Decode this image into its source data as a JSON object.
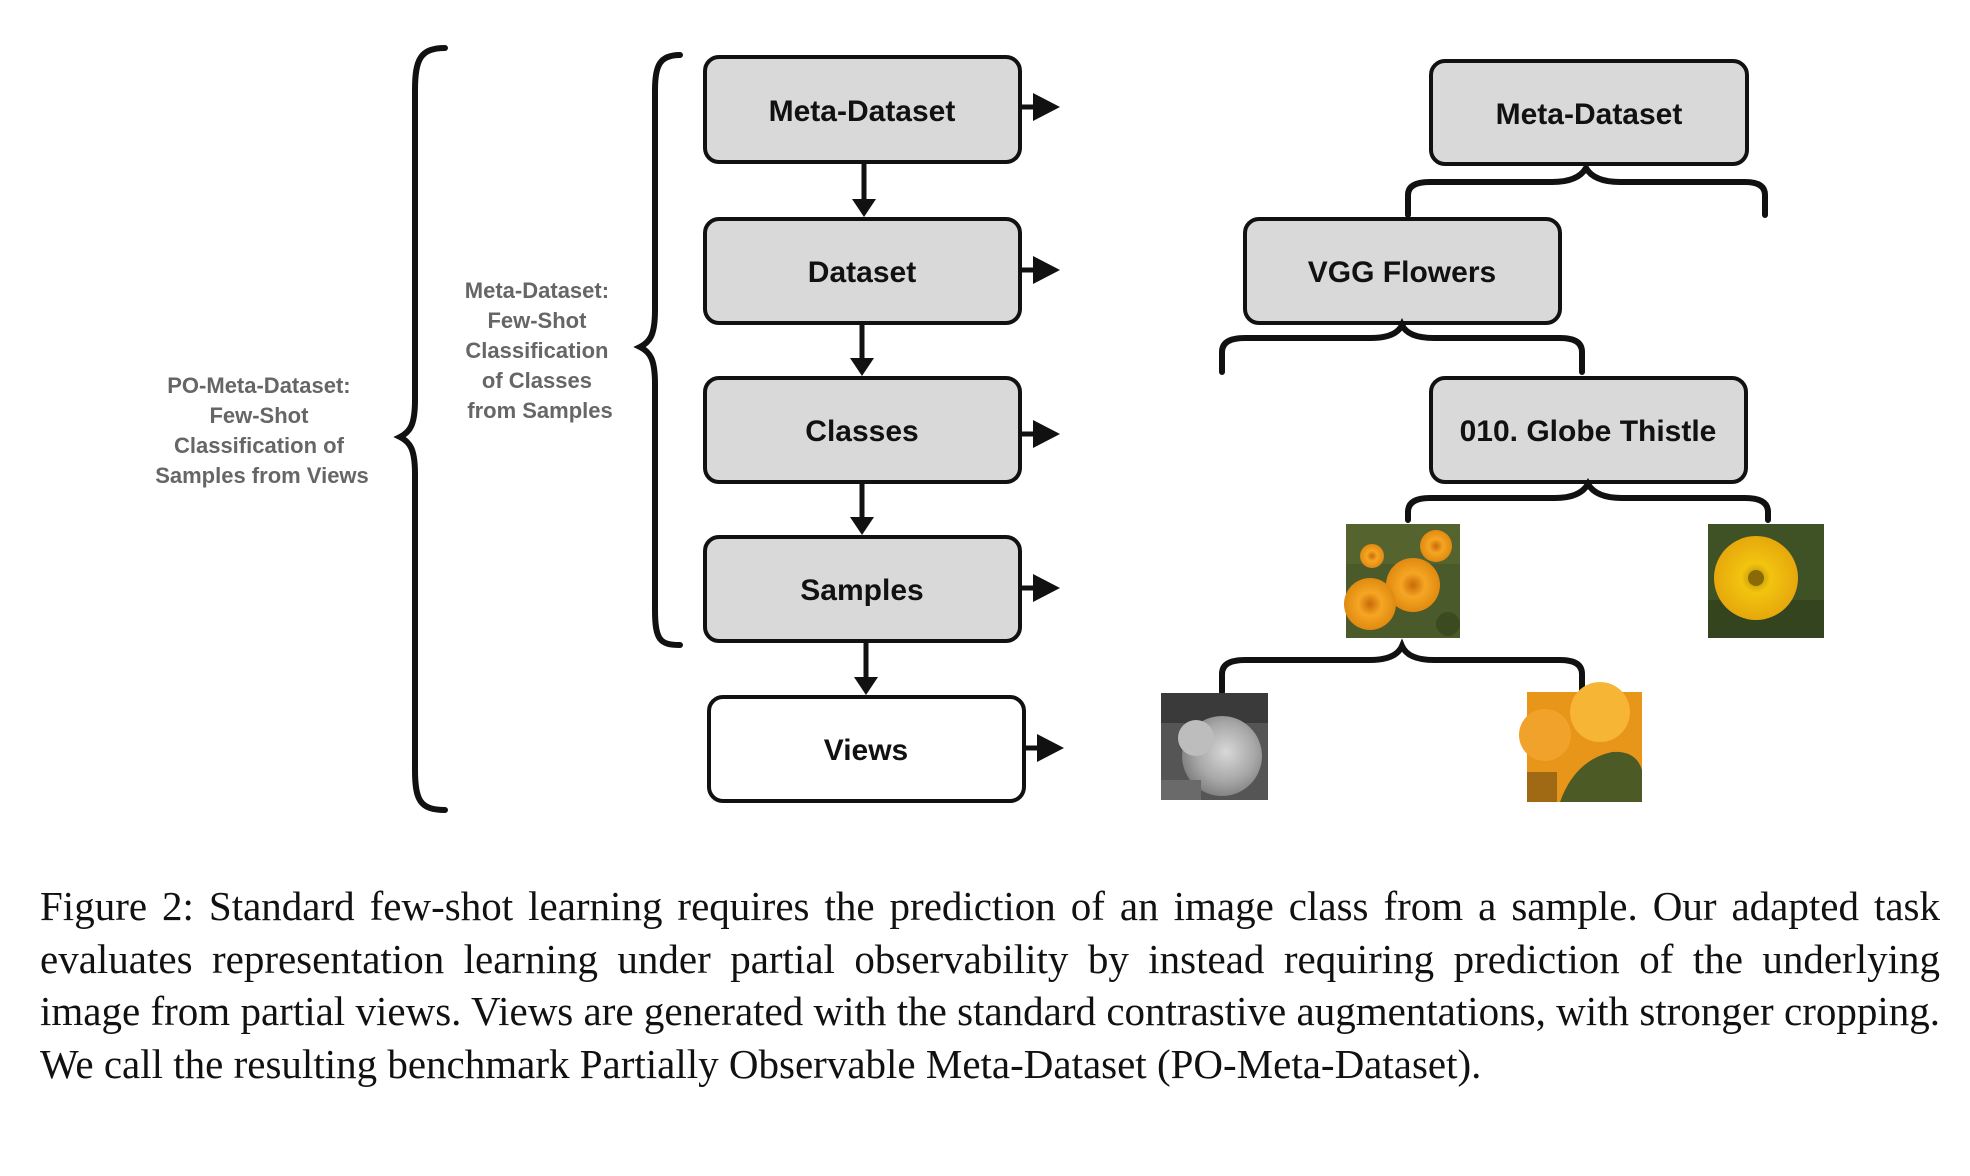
{
  "pipeline": {
    "boxes": [
      "Meta-Dataset",
      "Dataset",
      "Classes",
      "Samples",
      "Views"
    ]
  },
  "braces": {
    "outer_label": [
      "PO-Meta-Dataset:",
      "Few-Shot",
      "Classification of",
      "Samples from Views"
    ],
    "inner_label": [
      "Meta-Dataset:",
      "Few-Shot",
      "Classification",
      "of Classes",
      "from Samples"
    ]
  },
  "example_tree": {
    "meta_dataset": "Meta-Dataset",
    "dataset": "VGG Flowers",
    "class": "010. Globe Thistle"
  },
  "caption": {
    "text": "Figure 2: Standard few-shot learning requires the prediction of an image class from a sample. Our adapted task evaluates representation learning under partial observability by instead requiring prediction of the underlying image from partial views. Views are generated with the standard contrastive augmentations, with stronger cropping. We call the resulting benchmark Partially Observable Meta-Dataset (PO-Meta-Dataset)."
  },
  "colors": {
    "box_fill": "#d9d9d9",
    "views_fill": "#ffffff",
    "stroke": "#111111",
    "side_text": "#666666"
  }
}
